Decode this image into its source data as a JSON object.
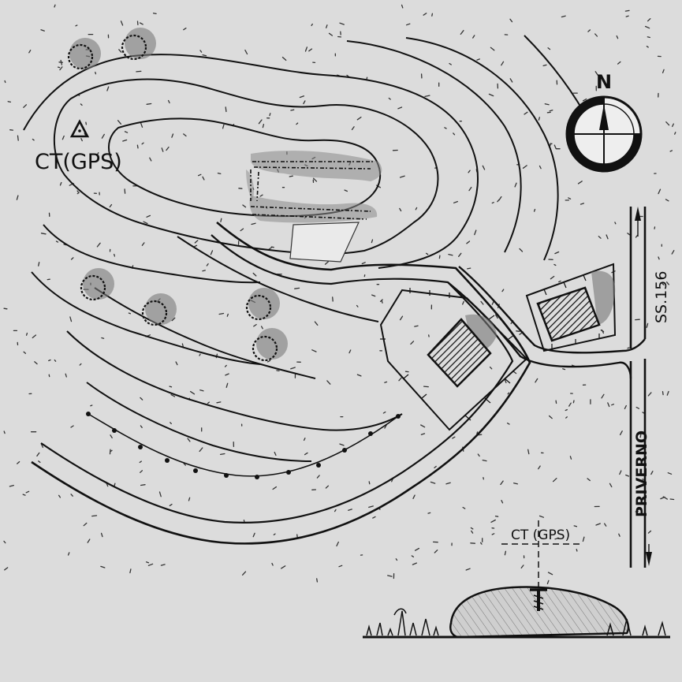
{
  "map": {
    "labels": {
      "ct_gps_main": "CT(GPS)",
      "ct_gps_detail": "CT (GPS)",
      "north": "N",
      "road_number": "SS.156",
      "road_destination": "PRIVERNO"
    },
    "icons": {
      "survey_point": "triangle-icon",
      "compass": "compass-rose-icon",
      "benchmark": "survey-nail-icon"
    },
    "colors": {
      "background": "#dcdcdc",
      "ink": "#111111",
      "shade": "#8a8a8a"
    }
  }
}
